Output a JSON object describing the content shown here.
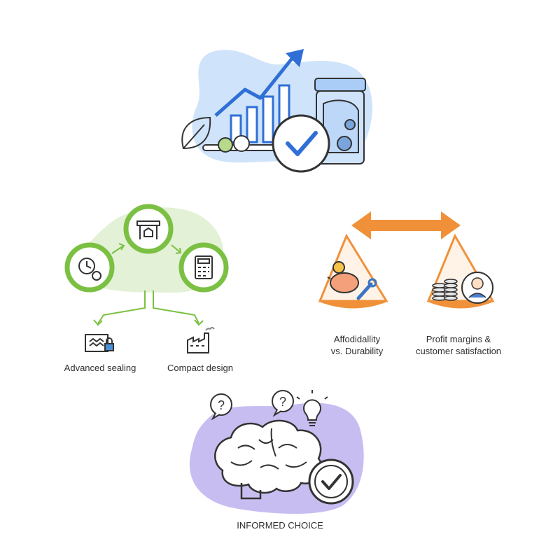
{
  "sealing": {
    "left_label": "Advanced sealing",
    "right_label": "Compact design"
  },
  "balance": {
    "left_label_line1": "Affodidallity",
    "left_label_line2": "vs. Durability",
    "right_label_line1": "Profit margins &",
    "right_label_line2": "customer satisfaction"
  },
  "choice": {
    "caption": "INFORMED CHOICE",
    "bubble_left": "?",
    "bubble_right": "?"
  },
  "colors": {
    "blue": "#2f6fd6",
    "green": "#7bc043",
    "orange": "#f0913a",
    "purple": "#b9acec",
    "blob_blue": "#cfe3fb",
    "blob_green": "#e3f1d6"
  }
}
